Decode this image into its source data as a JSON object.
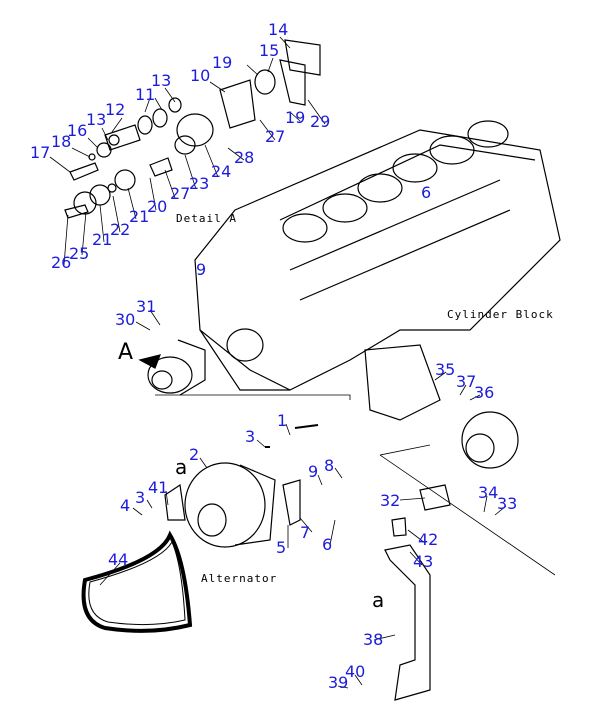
{
  "captions": {
    "detail": "Detail A",
    "block": "Cylinder Block",
    "alternator": "Alternator"
  },
  "markers": {
    "view_a": "A",
    "ref_a1": "a",
    "ref_a2": "a"
  },
  "labels": [
    "14",
    "15",
    "19",
    "10",
    "11",
    "13",
    "12",
    "13",
    "16",
    "18",
    "17",
    "19",
    "29",
    "27",
    "28",
    "24",
    "23",
    "27",
    "20",
    "21",
    "22",
    "21",
    "25",
    "26",
    "9",
    "6",
    "30",
    "31",
    "35",
    "37",
    "36",
    "1",
    "3",
    "2",
    "41",
    "3",
    "4",
    "9",
    "8",
    "7",
    "6",
    "5",
    "32",
    "34",
    "33",
    "42",
    "43",
    "44",
    "38",
    "40",
    "39"
  ],
  "colors": {
    "label": "#1c1cdc",
    "line": "#000000"
  }
}
